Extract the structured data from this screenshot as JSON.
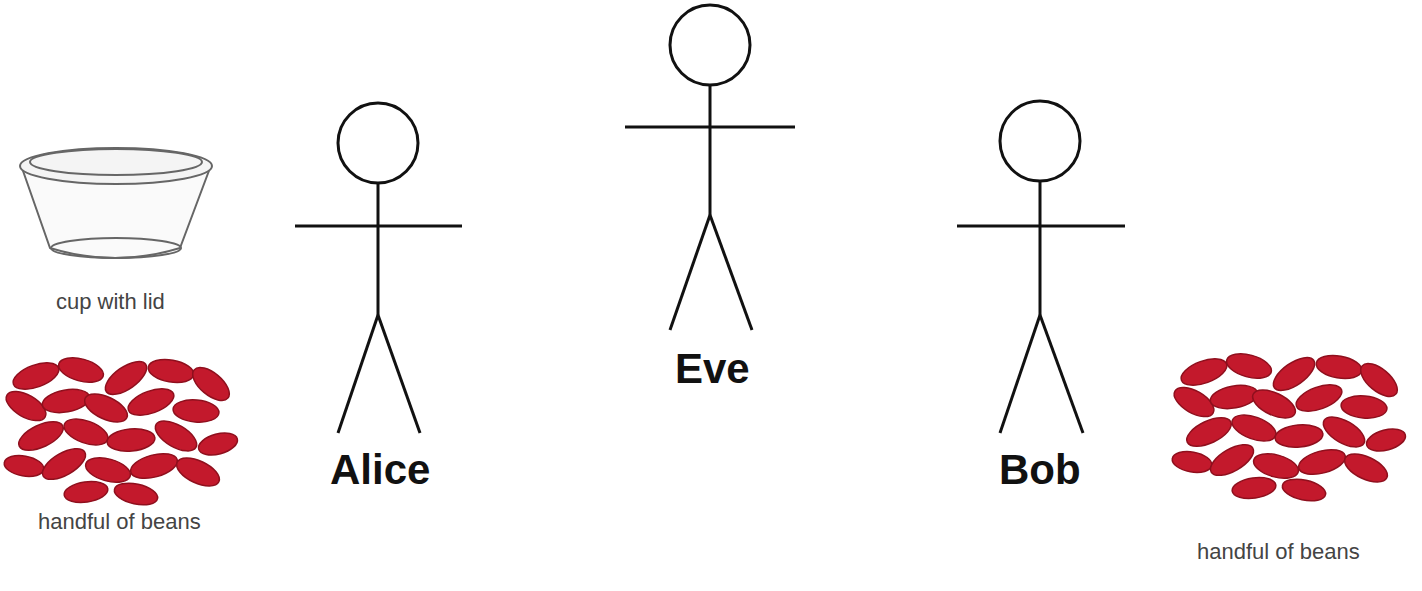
{
  "diagram": {
    "labels": [
      "cup with lid",
      "handful of beans",
      "Alice",
      "Eve",
      "Bob",
      "handful of beans"
    ]
  }
}
